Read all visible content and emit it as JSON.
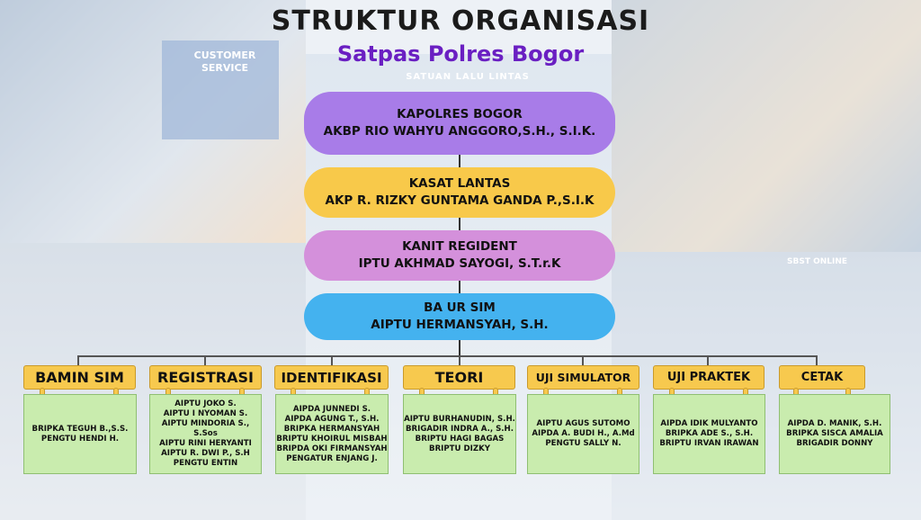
{
  "title": "STRUKTUR ORGANISASI",
  "subtitle": "Satpas Polres Bogor",
  "hierarchy": [
    {
      "role": "KAPOLRES BOGOR",
      "name": "AKBP RIO WAHYU ANGGORO,S.H., S.I.K.",
      "color": "#a87ce8"
    },
    {
      "role": "KASAT LANTAS",
      "name": "AKP R. RIZKY GUNTAMA GANDA P.,S.I.K",
      "color": "#f8c94a"
    },
    {
      "role": "KANIT REGIDENT",
      "name": "IPTU AKHMAD SAYOGI, S.T.r.K",
      "color": "#d490db"
    },
    {
      "role": "BA UR SIM",
      "name": "AIPTU HERMANSYAH, S.H.",
      "color": "#44b2ef"
    }
  ],
  "departments": [
    {
      "label": "BAMIN SIM",
      "members": [
        "BRIPKA TEGUH B.,S.S.",
        "PENGTU HENDI H."
      ]
    },
    {
      "label": "REGISTRASI",
      "members": [
        "AIPTU JOKO S.",
        "AIPTU I NYOMAN S.",
        "AIPTU MINDORIA S., S.Sos",
        "AIPTU RINI HERYANTI",
        "AIPTU R. DWI P., S.H",
        "PENGTU ENTIN"
      ]
    },
    {
      "label": "IDENTIFIKASI",
      "members": [
        "AIPDA JUNNEDI S.",
        "AIPDA AGUNG T., S.H.",
        "BRIPKA HERMANSYAH",
        "BRIPTU KHOIRUL MISBAH",
        "BRIPDA OKI FIRMANSYAH",
        "PENGATUR ENJANG J."
      ]
    },
    {
      "label": "TEORI",
      "members": [
        "AIPTU BURHANUDIN, S.H.",
        "BRIGADIR INDRA A., S.H.",
        "BRIPTU HAGI BAGAS",
        "BRIPTU DIZKY"
      ]
    },
    {
      "label": "UJI SIMULATOR",
      "members": [
        "AIPTU AGUS SUTOMO",
        "AIPDA A. BUDI H., A.Md",
        "PENGTU SALLY N."
      ]
    },
    {
      "label": "UJI PRAKTEK",
      "members": [
        "AIPDA IDIK MULYANTO",
        "BRIPKA ADE S., S.H.",
        "BRIPTU IRVAN IRAWAN"
      ]
    },
    {
      "label": "CETAK",
      "members": [
        "AIPDA D. MANIK, S.H.",
        "BRIPKA SISCA AMALIA",
        "BRIGADIR DONNY"
      ]
    }
  ],
  "colors": {
    "label_bg": "#f7c94e",
    "member_bg": "#c9ecae",
    "subtitle": "#6a1fc2"
  },
  "background_photo": {
    "sign_1": "CUSTOMER SERVICE",
    "sign_2": "SATUAN LALU LINTAS",
    "sign_3": "SBST ONLINE"
  }
}
